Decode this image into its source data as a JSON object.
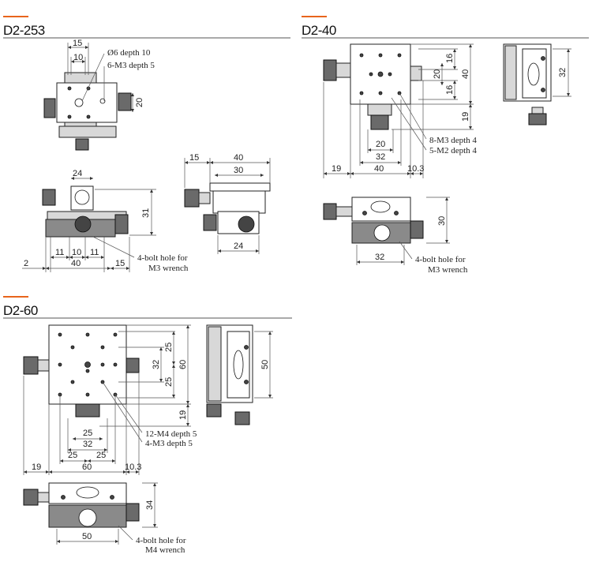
{
  "colors": {
    "accent": "#e8641c",
    "line": "#222222",
    "divider": "#555555"
  },
  "sections": {
    "d2_253": {
      "title": "D2-253",
      "top_view": {
        "dim_15": "15",
        "dim_10": "10",
        "dim_20": "20",
        "note_1": "Ø6 depth 10",
        "note_2": "6-M3 depth 5"
      },
      "front_view": {
        "dim_24": "24",
        "dim_31": "31",
        "dim_11a": "11",
        "dim_10": "10",
        "dim_11b": "11",
        "dim_2": "2",
        "dim_40": "40",
        "dim_15": "15",
        "bolt_note_1": "4-bolt hole for",
        "bolt_note_2": "M3 wrench"
      },
      "side_view": {
        "dim_15": "15",
        "dim_40": "40",
        "dim_30": "30",
        "dim_24": "24"
      }
    },
    "d2_40": {
      "title": "D2-40",
      "top_view": {
        "dim_16a": "16",
        "dim_20": "20",
        "dim_16b": "16",
        "dim_40": "40",
        "dim_19": "19",
        "dim_32_side": "32",
        "dim_20_bottom": "20",
        "dim_32_bottom": "32",
        "dim_19_bottom": "19",
        "dim_40_bottom": "40",
        "dim_10_3": "10.3",
        "note_1": "8-M3 depth 4",
        "note_2": "5-M2 depth 4"
      },
      "front_view": {
        "dim_30": "30",
        "dim_32": "32",
        "bolt_note_1": "4-bolt hole for",
        "bolt_note_2": "M3 wrench"
      }
    },
    "d2_60": {
      "title": "D2-60",
      "top_view": {
        "dim_25a": "25",
        "dim_32": "32",
        "dim_25b": "25",
        "dim_60": "60",
        "dim_19": "19",
        "dim_50_side": "50",
        "dim_25_bottom": "25",
        "dim_32_bottom": "32",
        "dim_25_left": "25",
        "dim_25_right": "25",
        "dim_19_bottom": "19",
        "dim_60_bottom": "60",
        "dim_10_3": "10.3",
        "note_1": "12-M4 depth 5",
        "note_2": "4-M3 depth 5"
      },
      "front_view": {
        "dim_34": "34",
        "dim_50": "50",
        "bolt_note_1": "4-bolt hole for",
        "bolt_note_2": "M4 wrench"
      }
    }
  }
}
